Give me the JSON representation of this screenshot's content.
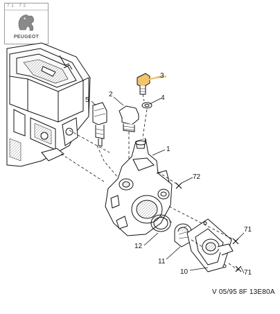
{
  "brand": {
    "name": "PEUGEOT",
    "strip": "71 72"
  },
  "callouts": {
    "c1": "1",
    "c2": "2",
    "c3": "3",
    "c4": "4",
    "c5": "5",
    "c10": "10",
    "c11": "11",
    "c12": "12",
    "c71a": "71",
    "c71b": "71",
    "c72": "72"
  },
  "reference": "V 05/95 8F 13E80A",
  "highlight_color": "#f2c46b"
}
